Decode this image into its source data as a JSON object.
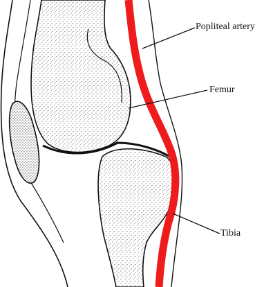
{
  "labels": {
    "popliteal_artery": "Popliteal artery",
    "femur": "Femur",
    "tibia": "Tibia"
  },
  "colors": {
    "artery": "#ee1c1c",
    "outline": "#111111",
    "stipple": "#2a2a2a",
    "background": "#ffffff"
  }
}
